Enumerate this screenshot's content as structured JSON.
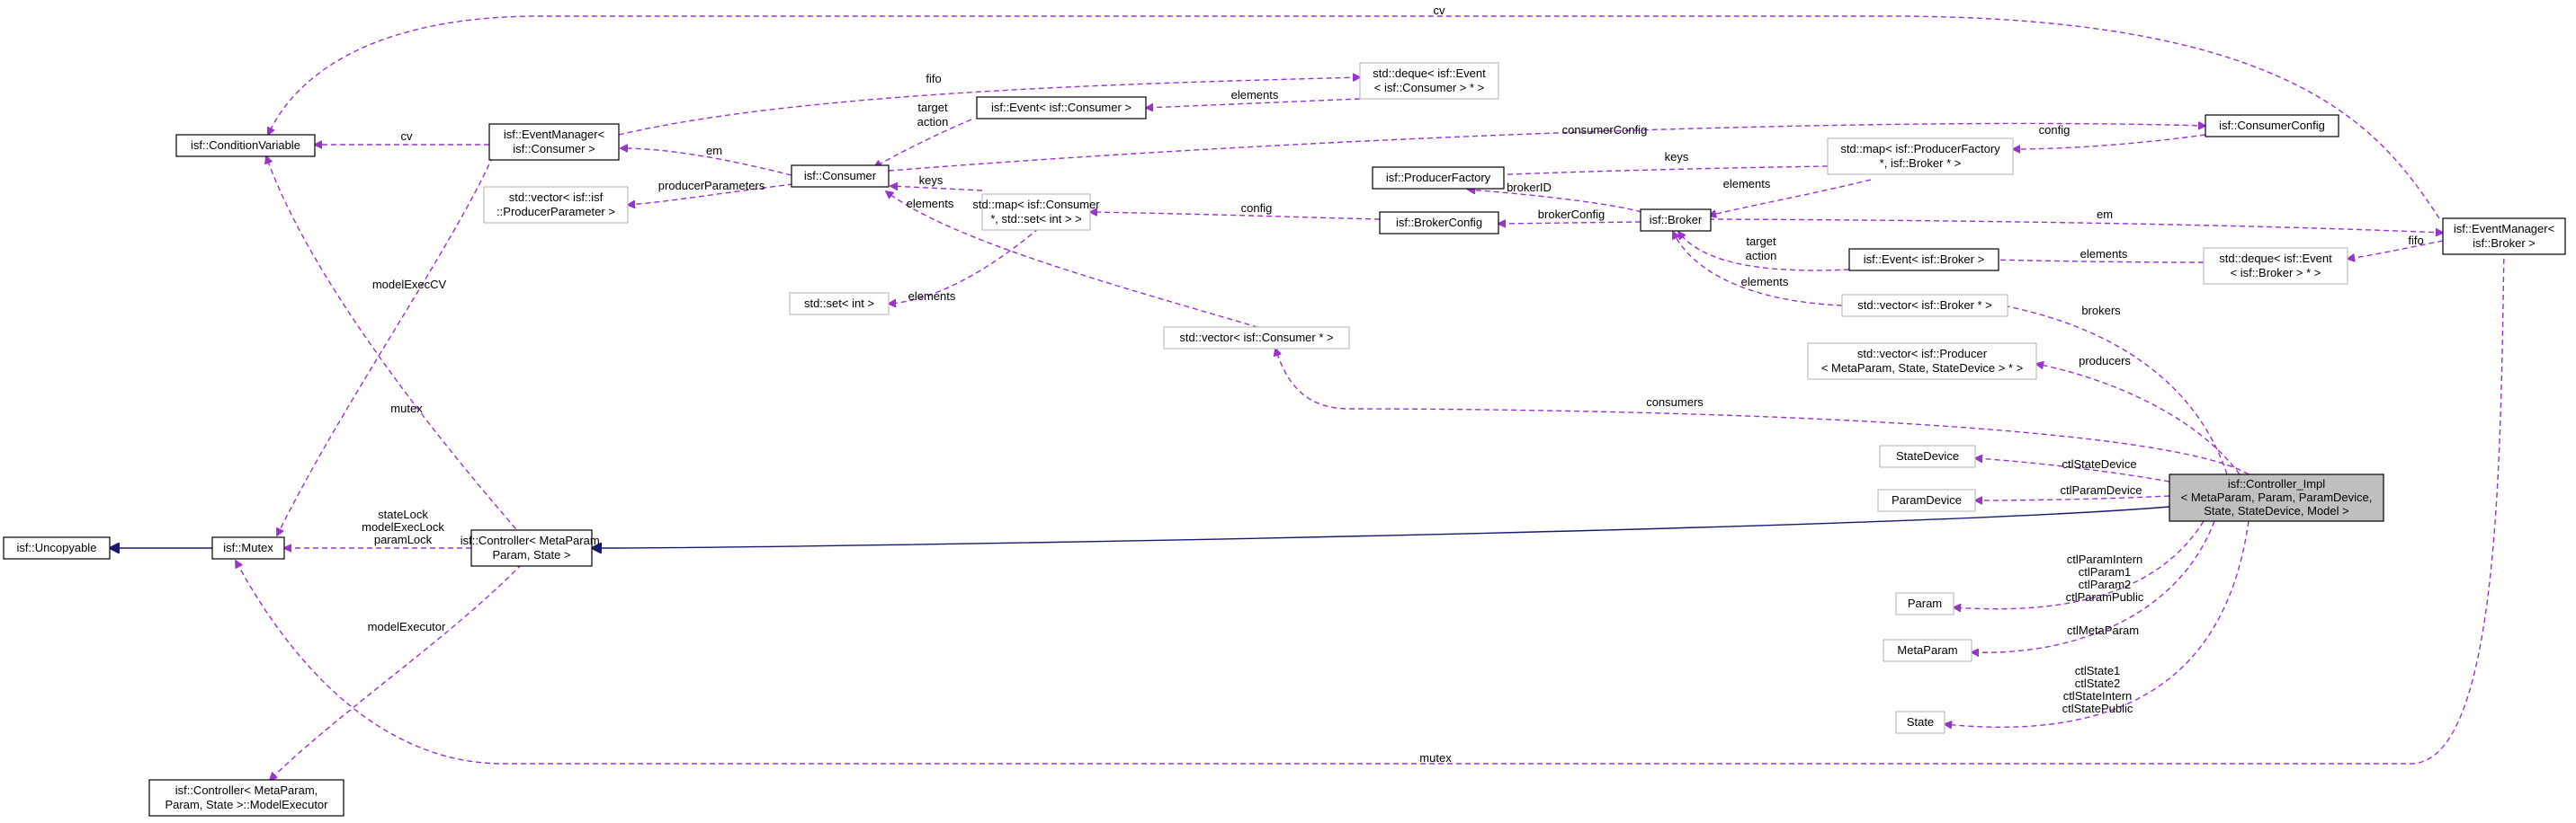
{
  "diagram": {
    "colors": {
      "usage_edge": "#9a32cd",
      "inherit_edge": "#191970",
      "main_node_fill": "#bfbfbf",
      "external_node_border": "#bfbfbf"
    },
    "nodes": {
      "controller_impl": [
        "isf::Controller_Impl",
        "< MetaParam, Param, ParamDevice,",
        "State, StateDevice, Model >"
      ],
      "condition_variable": [
        "isf::ConditionVariable"
      ],
      "event_manager_consumer": [
        "isf::EventManager<",
        "isf::Consumer >"
      ],
      "vector_producer_parameter": [
        "std::vector< isf::isf",
        "::ProducerParameter >"
      ],
      "deque_event_consumer": [
        "std::deque< isf::Event",
        "< isf::Consumer > * >"
      ],
      "event_consumer": [
        "isf::Event< isf::Consumer >"
      ],
      "consumer": [
        "isf::Consumer"
      ],
      "map_consumer": [
        "std::map< isf::Consumer",
        "*, std::set< int > >"
      ],
      "set_int": [
        "std::set< int >"
      ],
      "vector_consumer_ptr": [
        "std::vector< isf::Consumer * >"
      ],
      "consumer_config": [
        "isf::ConsumerConfig"
      ],
      "map_producer_factory": [
        "std::map< isf::ProducerFactory",
        "*, isf::Broker * >"
      ],
      "producer_factory": [
        "isf::ProducerFactory"
      ],
      "broker_config": [
        "isf::BrokerConfig"
      ],
      "broker": [
        "isf::Broker"
      ],
      "event_broker": [
        "isf::Event< isf::Broker >"
      ],
      "deque_event_broker": [
        "std::deque< isf::Event",
        "< isf::Broker > * >"
      ],
      "event_manager_broker": [
        "isf::EventManager<",
        "isf::Broker >"
      ],
      "vector_broker_ptr": [
        "std::vector< isf::Broker * >"
      ],
      "vector_producer": [
        "std::vector< isf::Producer",
        "< MetaParam, State, StateDevice > * >"
      ],
      "state_device": [
        "StateDevice"
      ],
      "param_device": [
        "ParamDevice"
      ],
      "uncopyable": [
        "isf::Uncopyable"
      ],
      "mutex": [
        "isf::Mutex"
      ],
      "controller": [
        "isf::Controller< MetaParam,",
        "Param, State >"
      ],
      "param": [
        "Param"
      ],
      "meta_param": [
        "MetaParam"
      ],
      "state": [
        "State"
      ],
      "model_executor": [
        "isf::Controller< MetaParam,",
        "Param, State >::ModelExecutor"
      ]
    },
    "edge_labels": {
      "cv_top": [
        "cv"
      ],
      "cv_left": [
        "cv"
      ],
      "fifo_consumer": [
        "fifo"
      ],
      "elements_deque_consumer": [
        "elements"
      ],
      "target_action_consumer": [
        "target",
        "action"
      ],
      "em_consumer": [
        "em"
      ],
      "consumer_config": [
        "consumerConfig"
      ],
      "producer_parameters": [
        "producerParameters"
      ],
      "keys_consumer": [
        "keys"
      ],
      "elements_consumer_map": [
        "elements"
      ],
      "config_broker": [
        "config"
      ],
      "elements_set_int": [
        "elements"
      ],
      "config_consumer": [
        "config"
      ],
      "keys_broker": [
        "keys"
      ],
      "elements_broker_map": [
        "elements"
      ],
      "broker_id": [
        "brokerID"
      ],
      "broker_config": [
        "brokerConfig"
      ],
      "em_broker": [
        "em"
      ],
      "fifo_broker": [
        "fifo"
      ],
      "target_action_broker": [
        "target",
        "action"
      ],
      "elements_deque_broker": [
        "elements"
      ],
      "elements_broker_vec": [
        "elements"
      ],
      "brokers": [
        "brokers"
      ],
      "producers": [
        "producers"
      ],
      "consumers": [
        "consumers"
      ],
      "ctl_state_device": [
        "ctlStateDevice"
      ],
      "ctl_param_device": [
        "ctlParamDevice"
      ],
      "model_exec_cv": [
        "modelExecCV"
      ],
      "mutex_left": [
        "mutex"
      ],
      "locks": [
        "stateLock",
        "modelExecLock",
        "paramLock"
      ],
      "model_executor": [
        "modelExecutor"
      ],
      "ctl_params": [
        "ctlParamIntern",
        "ctlParam1",
        "ctlParam2",
        "ctlParamPublic"
      ],
      "ctl_meta_param": [
        "ctlMetaParam"
      ],
      "ctl_states": [
        "ctlState1",
        "ctlState2",
        "ctlStateIntern",
        "ctlStatePublic"
      ],
      "mutex_bottom": [
        "mutex"
      ]
    }
  }
}
